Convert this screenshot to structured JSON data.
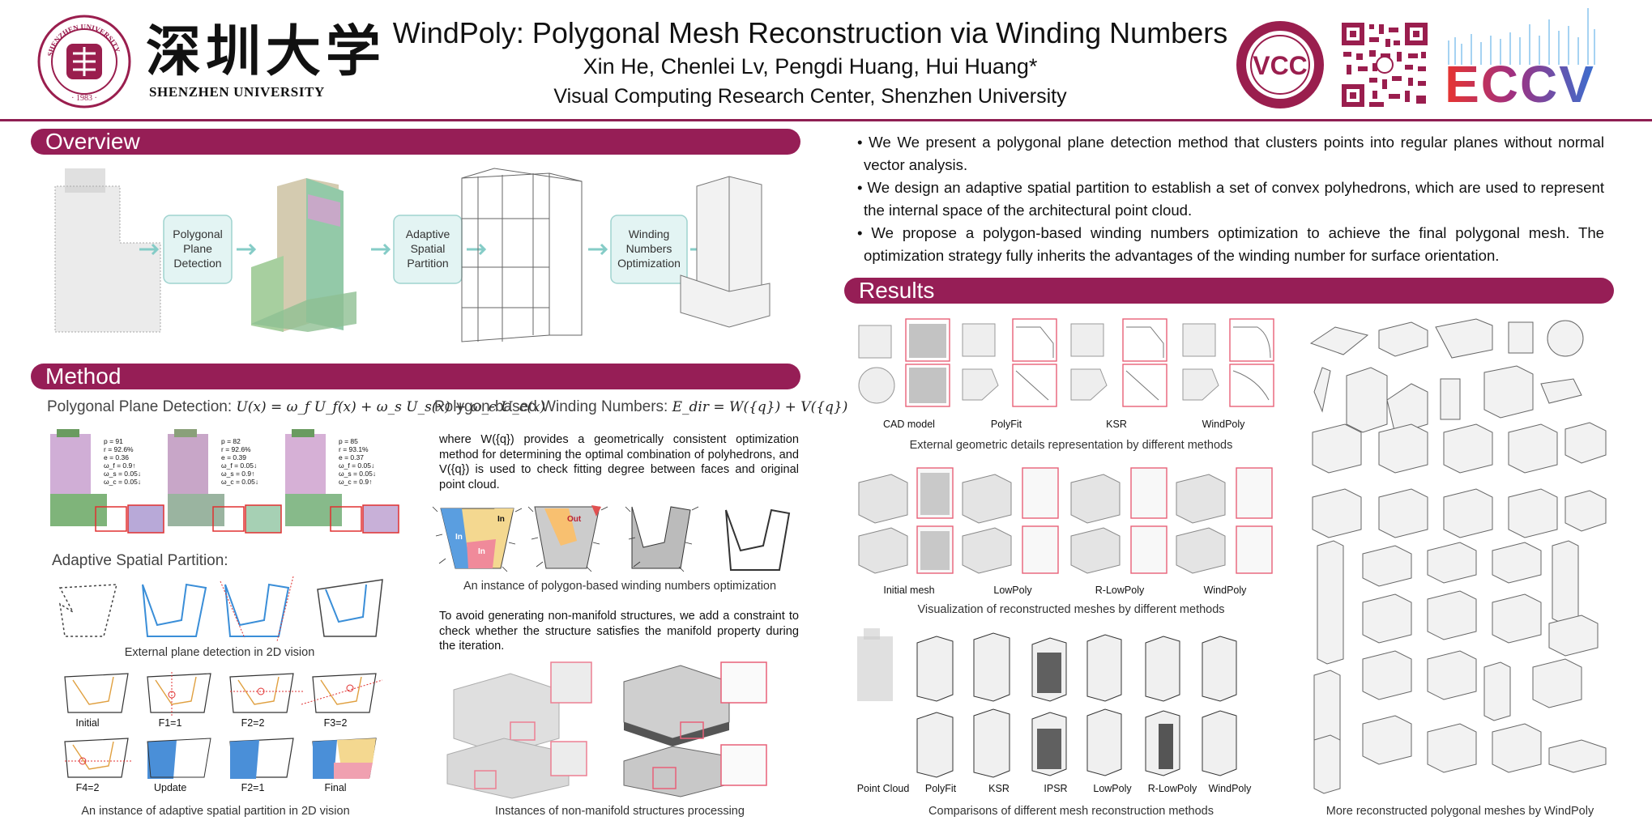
{
  "header": {
    "logo_cn": "深圳大学",
    "logo_en": "SHENZHEN UNIVERSITY",
    "seal_text": "SHENZHEN UNIVERSITY · 1983",
    "title": "WindPoly: Polygonal Mesh Reconstruction via Winding Numbers",
    "authors": "Xin He, Chenlei Lv, Pengdi Huang, Hui Huang*",
    "affiliation": "Visual Computing Research Center, Shenzhen University",
    "vcc_label": "VCC",
    "eccv_label": "ECCV",
    "accent_color": "#961e56"
  },
  "overview": {
    "heading": "Overview",
    "pipeline": [
      "Polygonal Plane Detection",
      "Adaptive Spatial Partition",
      "Winding Numbers Optimization"
    ]
  },
  "method": {
    "heading": "Method",
    "plane_detection": {
      "title": "Polygonal Plane Detection:",
      "equation": "U(x) = ω_f U_f(x) + ω_s U_s(x) + ω_c U_c(x)",
      "stats": [
        [
          "p = 91",
          "r = 92.6%",
          "e = 0.36",
          "ω_f = 0.9↑",
          "ω_s = 0.05↓",
          "ω_c = 0.05↓"
        ],
        [
          "p = 82",
          "r = 92.6%",
          "e = 0.39",
          "ω_f = 0.05↓",
          "ω_s = 0.9↑",
          "ω_c = 0.05↓"
        ],
        [
          "p = 85",
          "r = 93.1%",
          "e = 0.37",
          "ω_f = 0.05↓",
          "ω_s = 0.05↓",
          "ω_c = 0.9↑"
        ]
      ]
    },
    "partition": {
      "title": "Adaptive Spatial Partition:",
      "caption_top": "External plane detection in 2D vision",
      "steps": [
        "Initial",
        "F1=1",
        "F2=2",
        "F3=2",
        "F4=2",
        "Update",
        "F2=1",
        "Final"
      ],
      "caption_bottom": "An instance of adaptive spatial partition in 2D vision"
    },
    "winding": {
      "title": "Polygon-based Winding Numbers:",
      "equation": "E_dir = W({q}) + V({q})",
      "paragraph": "where W({q}) provides a geometrically consistent optimization method for determining the optimal combination of polyhedrons, and V({q}) is used to check fitting degree between faces and original point cloud.",
      "region_labels": [
        "In",
        "In",
        "In",
        "Out"
      ],
      "caption": "An instance of polygon-based winding numbers optimization",
      "paragraph2": "To avoid generating non-manifold structures, we add a constraint to check whether the structure satisfies the manifold property during the iteration.",
      "caption2": "Instances of non-manifold structures processing"
    }
  },
  "contributions": [
    "• We We present a polygonal plane detection method that clusters points into regular planes without normal vector analysis.",
    "• We design an adaptive spatial partition to establish a set of convex polyhedrons, which are used to represent the internal space of the architectural point cloud.",
    "• We propose a polygon-based winding numbers optimization to achieve the final polygonal mesh. The optimization strategy fully inherits the advantages of the winding number for surface orientation."
  ],
  "results": {
    "heading": "Results",
    "row1_labels": [
      "CAD model",
      "PolyFit",
      "KSR",
      "WindPoly"
    ],
    "row1_caption": "External geometric details representation by different methods",
    "row2_labels": [
      "Initial mesh",
      "LowPoly",
      "R-LowPoly",
      "WindPoly"
    ],
    "row2_caption": "Visualization of reconstructed meshes by different methods",
    "row3_labels": [
      "Point Cloud",
      "PolyFit",
      "KSR",
      "IPSR",
      "LowPoly",
      "R-LowPoly",
      "WindPoly"
    ],
    "row3_caption": "Comparisons of different mesh reconstruction methods",
    "gallery_caption": "More  reconstructed polygonal meshes by WindPoly"
  }
}
